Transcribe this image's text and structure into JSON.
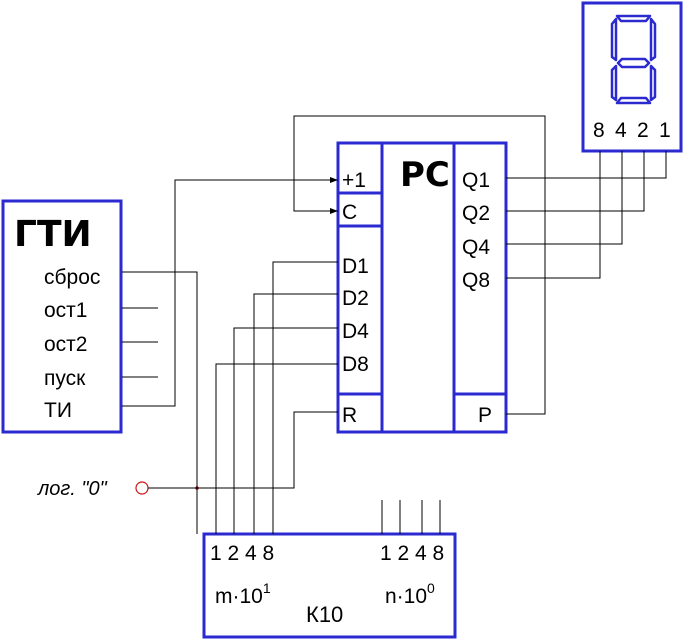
{
  "gti": {
    "title": "ГТИ",
    "pins": [
      "сброс",
      "ост1",
      "ост2",
      "пуск",
      "ТИ"
    ]
  },
  "rc": {
    "title": "РС",
    "inputs_top": [
      "+1",
      "C"
    ],
    "inputs_data": [
      "D1",
      "D2",
      "D4",
      "D8"
    ],
    "input_reset": "R",
    "outputs": [
      "Q1",
      "Q2",
      "Q4",
      "Q8"
    ],
    "output_p": "P"
  },
  "display": {
    "weights": [
      "8",
      "4",
      "2",
      "1"
    ]
  },
  "logic_zero": {
    "label": "лог. \"0\""
  },
  "k10": {
    "title": "К10",
    "left_weights": "1 2 4 8",
    "right_weights": "1 2 4 8",
    "left_scale_base": "m·10",
    "left_scale_exp": "1",
    "right_scale_base": "n·10",
    "right_scale_exp": "0"
  },
  "colors": {
    "block_outline": "#2a2ad0",
    "wire": "#000000",
    "logic_zero_marker": "#d01010"
  }
}
